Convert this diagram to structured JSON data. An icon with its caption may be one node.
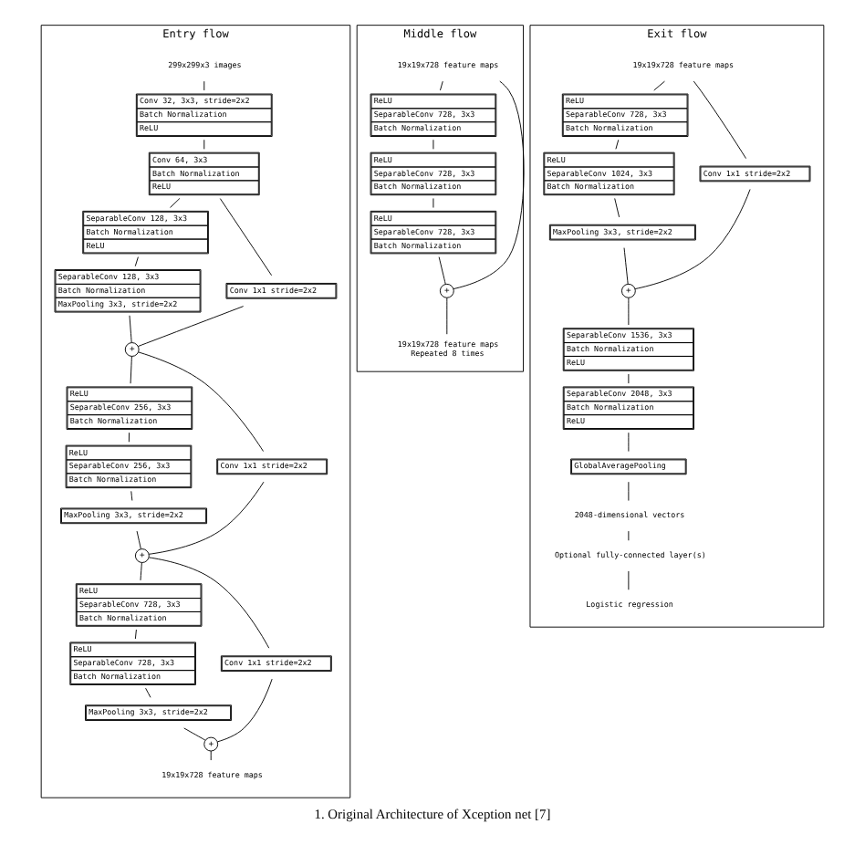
{
  "diagram": {
    "caption": "1. Original Architecture of Xception net [7]",
    "nodes": [
      {
        "text": [
          "Entry flow"
        ]
      },
      {
        "text": [
          "299x299x3 images"
        ],
        "in": 0
      },
      {
        "text": [
          "Conv 32, 3x3, stride=2x2",
          "Batch Normalization",
          "ReLU"
        ],
        "in": 0
      },
      {
        "text": [
          "Conv 64, 3x3",
          "Batch Normalization",
          "ReLU"
        ],
        "in": 0
      },
      {
        "text": [
          "SeparableConv 128, 3x3",
          "Batch Normalization",
          "ReLU"
        ],
        "in": 0
      },
      {
        "text": [
          "SeparableConv 128, 3x3",
          "Batch Normalization",
          "MaxPooling 3x3, stride=2x2"
        ],
        "in": 0
      },
      {
        "text": [
          "Conv 1x1 stride=2x2"
        ],
        "in": 0
      },
      {
        "text": [
          "+"
        ],
        "in": 0
      },
      {
        "text": [
          "ReLU",
          "SeparableConv 256, 3x3",
          "Batch Normalization"
        ],
        "in": 0
      },
      {
        "text": [
          "ReLU",
          "SeparableConv 256, 3x3",
          "Batch Normalization"
        ],
        "in": 0
      },
      {
        "text": [
          "MaxPooling 3x3, stride=2x2"
        ],
        "in": 0
      },
      {
        "text": [
          "Conv 1x1 stride=2x2"
        ],
        "in": 0
      },
      {
        "text": [
          "+"
        ],
        "in": 0
      },
      {
        "text": [
          "ReLU",
          "SeparableConv 728, 3x3",
          "Batch Normalization"
        ],
        "in": 0
      },
      {
        "text": [
          "ReLU",
          "SeparableConv 728, 3x3",
          "Batch Normalization"
        ],
        "in": 0
      },
      {
        "text": [
          "MaxPooling 3x3, stride=2x2"
        ],
        "in": 0
      },
      {
        "text": [
          "Conv 1x1 stride=2x2"
        ],
        "in": 0
      },
      {
        "text": [
          "+"
        ],
        "in": 0
      },
      {
        "text": [
          "19x19x728 feature maps"
        ],
        "in": 0
      },
      {
        "text": [
          "Middle flow"
        ]
      },
      {
        "text": [
          "19x19x728 feature maps"
        ],
        "in": 19
      },
      {
        "text": [
          "ReLU",
          "SeparableConv 728, 3x3",
          "Batch Normalization"
        ],
        "in": 19
      },
      {
        "text": [
          "ReLU",
          "SeparableConv 728, 3x3",
          "Batch Normalization"
        ],
        "in": 19
      },
      {
        "text": [
          "ReLU",
          "SeparableConv 728, 3x3",
          "Batch Normalization"
        ],
        "in": 19
      },
      {
        "text": [
          "+"
        ],
        "in": 19
      },
      {
        "text": [
          "19x19x728 feature maps"
        ],
        "in": 19,
        "beside": [
          "Repeated 8 times"
        ]
      },
      {
        "text": [
          "Exit flow"
        ]
      },
      {
        "text": [
          "19x19x728 feature maps"
        ],
        "in": 26
      },
      {
        "text": [
          "ReLU",
          "SeparableConv 728, 3x3",
          "Batch Normalization"
        ],
        "in": 26
      },
      {
        "text": [
          "ReLU",
          "SeparableConv 1024, 3x3",
          "Batch Normalization"
        ],
        "in": 26
      },
      {
        "text": [
          "MaxPooling 3x3, stride=2x2"
        ],
        "in": 26
      },
      {
        "text": [
          "Conv 1x1 stride=2x2"
        ],
        "in": 26
      },
      {
        "text": [
          "+"
        ],
        "in": 26
      },
      {
        "text": [
          "SeparableConv 1536, 3x3",
          "Batch Normalization",
          "ReLU"
        ],
        "in": 26
      },
      {
        "text": [
          "SeparableConv 2048, 3x3",
          "Batch Normalization",
          "ReLU"
        ],
        "in": 26
      },
      {
        "text": [
          "GlobalAveragePooling"
        ],
        "in": 26
      },
      {
        "text": [
          "2048-dimensional vectors"
        ],
        "in": 26
      },
      {
        "text": [
          "Optional fully-connected layer(s)"
        ],
        "in": 26
      },
      {
        "text": [
          "Logistic regression"
        ],
        "in": 26
      }
    ],
    "edges": [
      {
        "from": 1,
        "to": 2,
        "arrow": "none"
      },
      {
        "from": 2,
        "to": 3,
        "arrow": "none"
      },
      {
        "from": 3,
        "to": 4,
        "arrow": "none"
      },
      {
        "from": 4,
        "to": 5,
        "arrow": "none"
      },
      {
        "from": 5,
        "to": 7,
        "arrow": "none"
      },
      {
        "from": 3,
        "to": 6,
        "arrow": "none"
      },
      {
        "from": 6,
        "to": 7,
        "arrow": "none"
      },
      {
        "from": 7,
        "to": 8,
        "arrow": "none"
      },
      {
        "from": 8,
        "to": 9,
        "arrow": "none"
      },
      {
        "from": 9,
        "to": 10,
        "arrow": "none"
      },
      {
        "from": 10,
        "to": 12,
        "arrow": "none"
      },
      {
        "from": 7,
        "to": 11,
        "arrow": "none"
      },
      {
        "from": 11,
        "to": 12,
        "arrow": "none"
      },
      {
        "from": 12,
        "to": 13,
        "arrow": "none"
      },
      {
        "from": 13,
        "to": 14,
        "arrow": "none"
      },
      {
        "from": 14,
        "to": 15,
        "arrow": "none"
      },
      {
        "from": 15,
        "to": 17,
        "arrow": "none"
      },
      {
        "from": 12,
        "to": 16,
        "arrow": "none"
      },
      {
        "from": 16,
        "to": 17,
        "arrow": "none"
      },
      {
        "from": 17,
        "to": 18,
        "arrow": "none"
      },
      {
        "from": 20,
        "to": 21,
        "arrow": "none"
      },
      {
        "from": 21,
        "to": 22,
        "arrow": "none"
      },
      {
        "from": 22,
        "to": 23,
        "arrow": "none"
      },
      {
        "from": 23,
        "to": 24,
        "arrow": "none"
      },
      {
        "from": 20,
        "to": 24,
        "arrow": "none"
      },
      {
        "from": 24,
        "to": 25,
        "arrow": "none"
      },
      {
        "from": 27,
        "to": 28,
        "arrow": "none"
      },
      {
        "from": 28,
        "to": 29,
        "arrow": "none"
      },
      {
        "from": 29,
        "to": 30,
        "arrow": "none"
      },
      {
        "from": 30,
        "to": 32,
        "arrow": "none"
      },
      {
        "from": 27,
        "to": 31,
        "arrow": "none"
      },
      {
        "from": 31,
        "to": 32,
        "arrow": "none"
      },
      {
        "from": 32,
        "to": 33,
        "arrow": "none"
      },
      {
        "from": 33,
        "to": 34,
        "arrow": "none"
      },
      {
        "from": 34,
        "to": 35,
        "arrow": "none"
      },
      {
        "from": 35,
        "to": 36,
        "arrow": "none"
      },
      {
        "from": 36,
        "to": 37,
        "arrow": "none"
      },
      {
        "from": 37,
        "to": 38,
        "arrow": "none"
      }
    ]
  }
}
